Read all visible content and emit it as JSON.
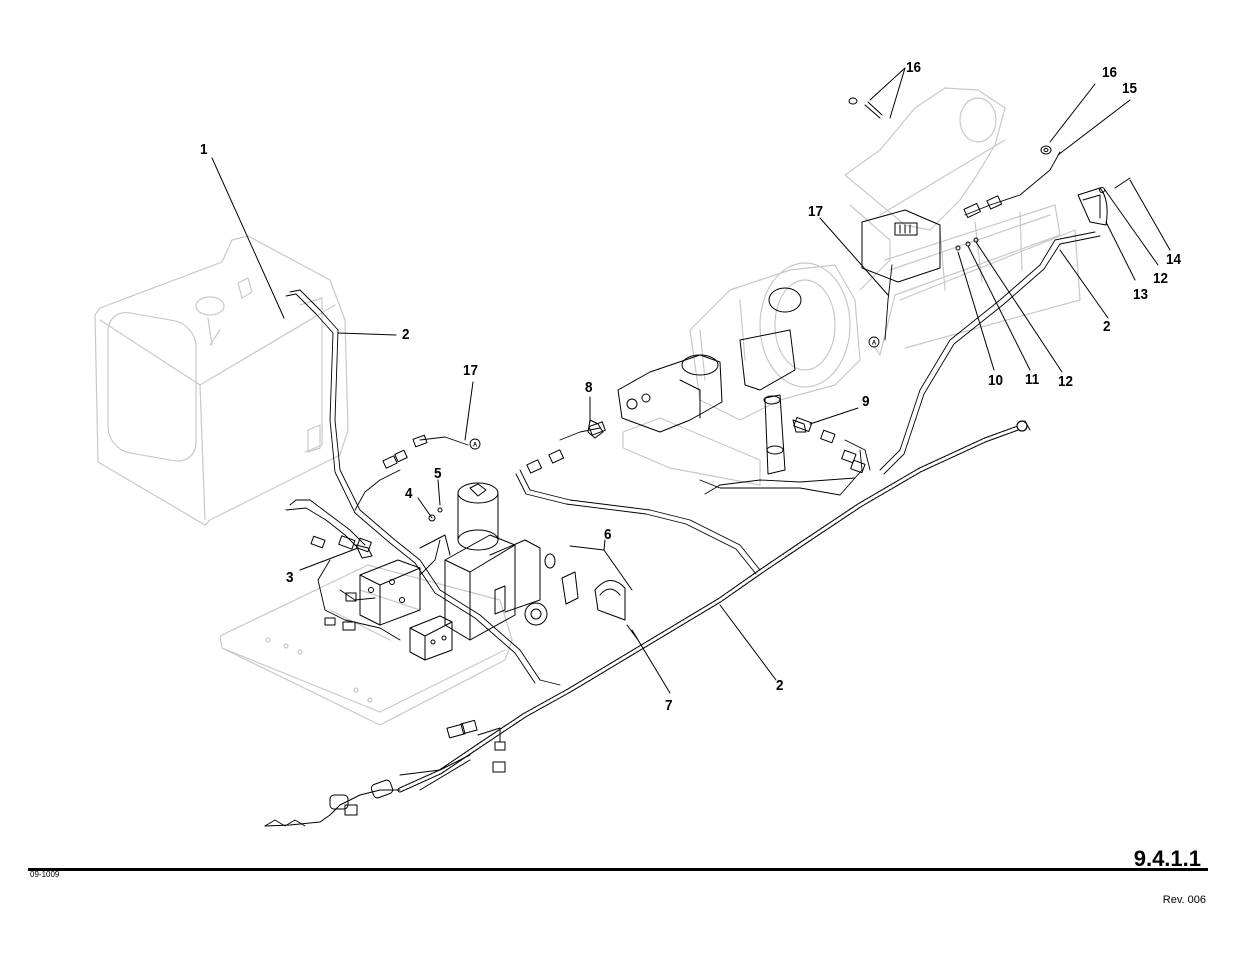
{
  "callouts": {
    "c1": "1",
    "c2a": "2",
    "c2b": "2",
    "c2c": "2",
    "c3": "3",
    "c4": "4",
    "c5": "5",
    "c6": "6",
    "c7": "7",
    "c8": "8",
    "c9": "9",
    "c10": "10",
    "c11": "11",
    "c12a": "12",
    "c12b": "12",
    "c13": "13",
    "c14": "14",
    "c15": "15",
    "c16a": "16",
    "c16b": "16",
    "c17a": "17",
    "c17b": "17"
  },
  "connector_marks": {
    "a1": "A",
    "a2": "A"
  },
  "footer": {
    "page_number": "9.4.1.1",
    "figure_id": "09-1009",
    "revision": "Rev. 006"
  }
}
